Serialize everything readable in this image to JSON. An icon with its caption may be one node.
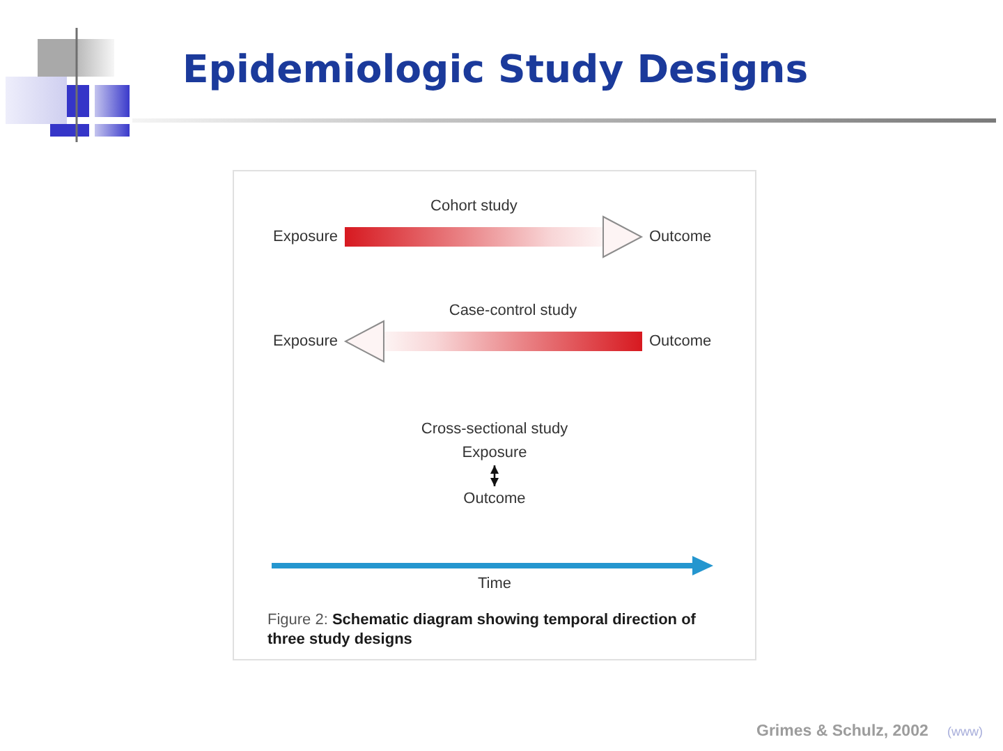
{
  "diagram": {
    "title": "Epidemiologic Study Designs",
    "caption": "Figure 2: **Schematic diagram showing temporal direction of three study designs**",
    "nodes": [
      {
        "text": [
          "Exposure"
        ]
      },
      {
        "text": [
          "Outcome"
        ]
      },
      {
        "text": [
          "Exposure"
        ]
      },
      {
        "text": [
          "Outcome"
        ]
      },
      {
        "text": [
          "Exposure"
        ]
      },
      {
        "text": [
          "Outcome"
        ]
      }
    ],
    "edges": [
      {
        "from": 0,
        "to": 1,
        "arrow": "to",
        "label": "Cohort study",
        "style": "thick",
        "color": "#d71920"
      },
      {
        "from": 3,
        "to": 2,
        "arrow": "to",
        "label": "Case-control study",
        "style": "thick",
        "color": "#d71920"
      },
      {
        "from": 4,
        "to": 5,
        "arrow": "both"
      }
    ],
    "labels": [
      "Cross-sectional study",
      "Time",
      "Grimes & Schulz, 2002",
      "(www)"
    ]
  }
}
